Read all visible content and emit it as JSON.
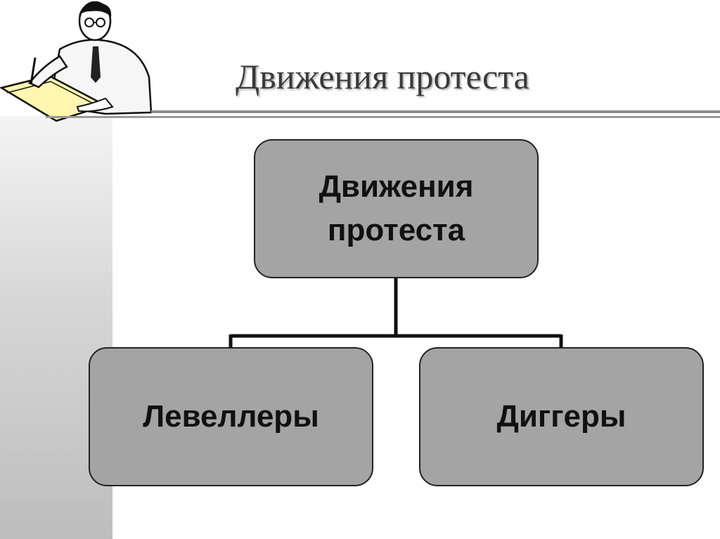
{
  "slide": {
    "title": "Движения протеста"
  },
  "diagram": {
    "root": "Движения протеста",
    "children": [
      "Левеллеры",
      "Диггеры"
    ]
  },
  "colors": {
    "box_fill": "#a4a4a4",
    "box_border": "#222222",
    "connector": "#111111"
  },
  "icons": [
    "scholar-writing-clipart-icon"
  ]
}
